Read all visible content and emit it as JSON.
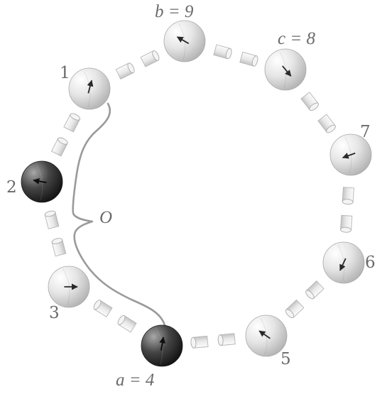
{
  "nodes": [
    {
      "id": "node-1",
      "label": "1",
      "shade": "light",
      "arrow_deg": -75
    },
    {
      "id": "node-b",
      "label": "b = 9",
      "shade": "light",
      "arrow_deg": -150
    },
    {
      "id": "node-c",
      "label": "c = 8",
      "shade": "light",
      "arrow_deg": 50
    },
    {
      "id": "node-7",
      "label": "7",
      "shade": "light",
      "arrow_deg": 160
    },
    {
      "id": "node-6",
      "label": "6",
      "shade": "light",
      "arrow_deg": 115
    },
    {
      "id": "node-5",
      "label": "5",
      "shade": "light",
      "arrow_deg": -145
    },
    {
      "id": "node-a",
      "label": "a = 4",
      "shade": "dark",
      "arrow_deg": -80
    },
    {
      "id": "node-3",
      "label": "3",
      "shade": "light",
      "arrow_deg": 0
    },
    {
      "id": "node-2",
      "label": "2",
      "shade": "dark",
      "arrow_deg": -170
    }
  ],
  "brace_label": "O",
  "colors": {
    "label_gray": "#6a6a6a",
    "brace_gray": "#9a9a9a",
    "light_sphere": [
      "#ffffff",
      "#e8e8e8",
      "#b9b9b9"
    ],
    "dark_sphere": [
      "#b0b0b0",
      "#4a4a4a",
      "#0e0e0e"
    ]
  }
}
